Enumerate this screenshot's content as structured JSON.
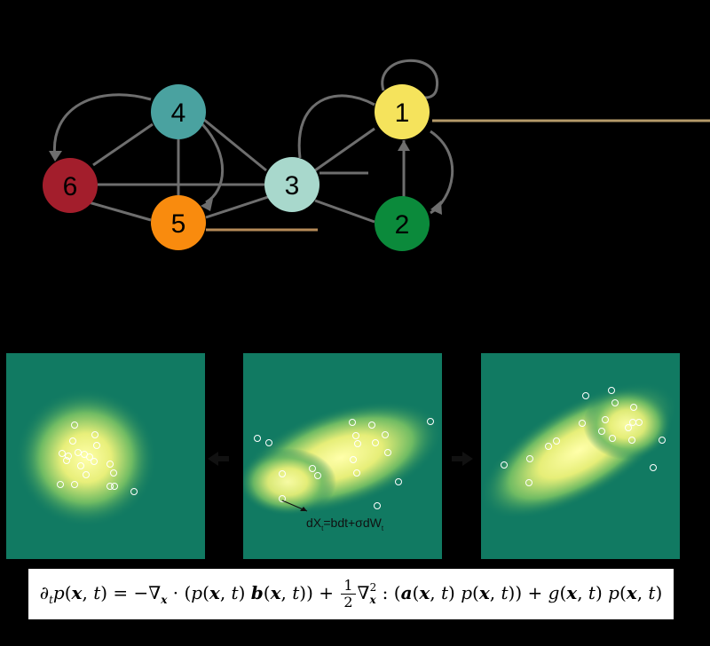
{
  "graph": {
    "nodes": [
      {
        "id": "1",
        "label": "1",
        "color": "#f5e35c",
        "text_color": "#000000"
      },
      {
        "id": "2",
        "label": "2",
        "color": "#0b8a3b",
        "text_color": "#000000"
      },
      {
        "id": "3",
        "label": "3",
        "color": "#a8d8cc",
        "text_color": "#000000"
      },
      {
        "id": "4",
        "label": "4",
        "color": "#4aa2a0",
        "text_color": "#000000"
      },
      {
        "id": "5",
        "label": "5",
        "color": "#f98b0e",
        "text_color": "#000000"
      },
      {
        "id": "6",
        "label": "6",
        "color": "#a31e2c",
        "text_color": "#000000"
      }
    ],
    "edge_color": "#6e6e6e"
  },
  "panels": [
    {
      "name": "initial-distribution"
    },
    {
      "name": "intermediate-distribution"
    },
    {
      "name": "final-distribution"
    }
  ],
  "sde_label": {
    "main": "dX",
    "sub1": "t",
    "mid": "=bdt+σdW",
    "sub2": "t"
  },
  "equation": {
    "text": "∂tp(x,t) = −∇x · (p(x,t) b(x,t)) + 1/2 ∇x² : (a(x,t) p(x,t)) + g(x,t) p(x,t)"
  },
  "colors": {
    "background": "#000000",
    "panel_bg": "#117a62",
    "glow": "#ffffaa",
    "dot": "#ffffff"
  }
}
